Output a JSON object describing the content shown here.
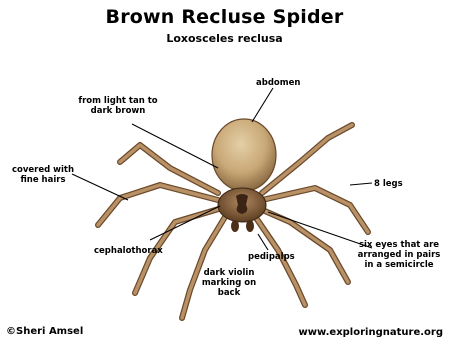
{
  "title": "Brown Recluse Spider",
  "subtitle": "Loxosceles reclusa",
  "labels": {
    "abdomen": "abdomen",
    "color": "from light tan to\ndark brown",
    "hairs": "covered with\nfine hairs",
    "legs": "8 legs",
    "cephalothorax": "cephalothorax",
    "pedipalps": "pedipalps",
    "violin": "dark violin\nmarking on\nback",
    "eyes": "six eyes that are\narranged in pairs\nin a semicircle"
  },
  "credits": {
    "author": "©Sheri Amsel",
    "site": "www.exploringnature.org"
  },
  "colors": {
    "body_tan": "#c9a877",
    "body_dark": "#6b4a2b",
    "leg": "#a88558",
    "violin": "#3b2414"
  }
}
